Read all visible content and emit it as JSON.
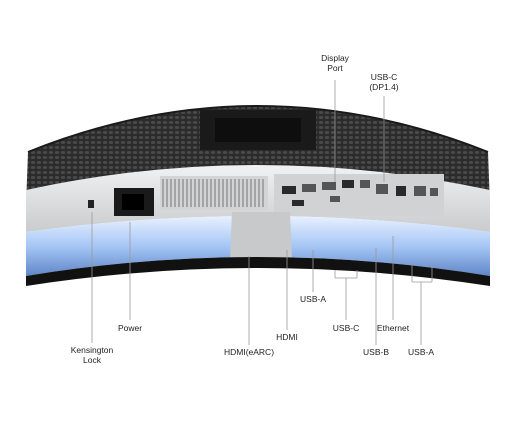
{
  "labels": {
    "display_port": "Display\nPort",
    "usb_c_dp": "USB-C\n(DP1.4)",
    "usb_a_top": "USB-A",
    "power": "Power",
    "hdmi": "HDMI",
    "usb_c": "USB-C",
    "ethernet": "Ethernet",
    "kensington": "Kensington\nLock",
    "hdmi_earc": "HDMI(eARC)",
    "usb_b": "USB-B",
    "usb_a_bottom": "USB-A"
  },
  "colors": {
    "shell": "#2a2a2a",
    "mesh": "#3b3b3b",
    "panel": "#e4e6e8",
    "glow": "#9fc2f2",
    "leader": "#9a9a9a",
    "port_plate": "#1f1f1f"
  }
}
